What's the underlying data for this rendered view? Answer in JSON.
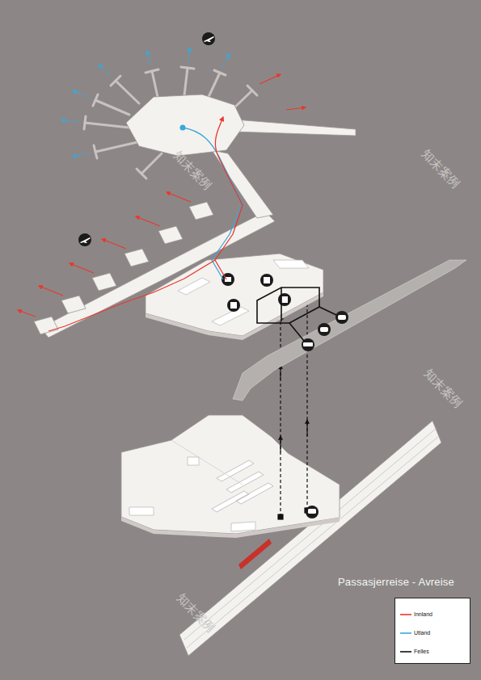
{
  "diagram": {
    "title": "Passasjerreise - Avreise",
    "labels": [
      "知末案例",
      "知末案例",
      "知末案例",
      "知末案例"
    ],
    "legend": [
      {
        "text": "Innland"
      },
      {
        "text": "Utland"
      },
      {
        "text": "Felles"
      }
    ]
  }
}
